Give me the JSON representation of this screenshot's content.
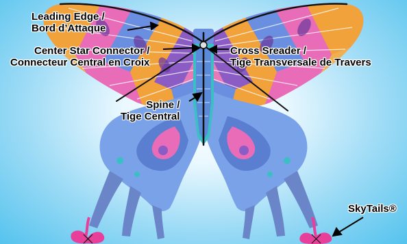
{
  "labels": {
    "leading_edge": {
      "line1": "Leading Edge /",
      "line2": "Bord d’Attaque"
    },
    "center_star": {
      "line1": "Center Star Connector /",
      "line2": "Connecteur Central en Croix"
    },
    "cross_spreader": {
      "line1": "Cross Sreader /",
      "line2": "Tige Transversale de Travers"
    },
    "spine": {
      "line1": "Spine /",
      "line2": "Tige Central"
    },
    "skytails": {
      "line1": "SkyTails®"
    }
  },
  "colors": {
    "wing_orange": "#f2a23a",
    "wing_pink": "#e86cb8",
    "wing_blue": "#6a8ee0",
    "wing_purple": "#8a5cc4",
    "hind_blue": "#7aa2e8",
    "teal": "#3bbfc4",
    "spars": "#111111",
    "tail_pink": "#e8409a"
  }
}
